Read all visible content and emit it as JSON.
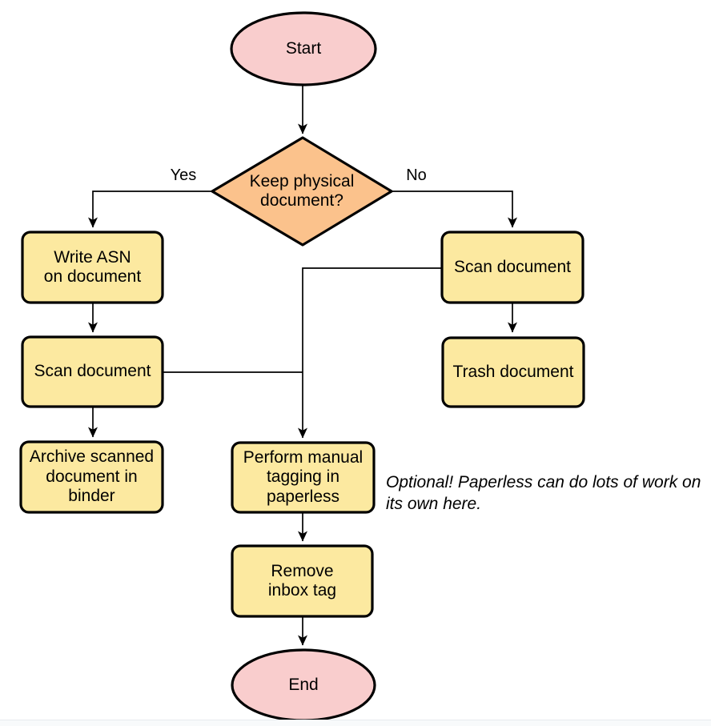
{
  "diagram": {
    "colors": {
      "terminal_fill": "#f9cdcd",
      "decision_fill": "#fbc28c",
      "process_fill": "#fce9a0",
      "stroke": "#000000"
    },
    "nodes": {
      "start": {
        "label": "Start"
      },
      "decision": {
        "label": [
          "Keep physical",
          "document?"
        ]
      },
      "write_asn": {
        "label": [
          "Write ASN",
          "on document"
        ]
      },
      "scan_left": {
        "label": "Scan document"
      },
      "archive": {
        "label": [
          "Archive scanned",
          "document in",
          "binder"
        ]
      },
      "scan_right": {
        "label": "Scan document"
      },
      "trash": {
        "label": "Trash document"
      },
      "tagging": {
        "label": [
          "Perform manual",
          "tagging in",
          "paperless"
        ]
      },
      "remove_inbox": {
        "label": [
          "Remove",
          "inbox tag"
        ]
      },
      "end": {
        "label": "End"
      }
    },
    "edge_labels": {
      "yes": "Yes",
      "no": "No"
    },
    "note": {
      "text": [
        "Optional! Paperless can do lots of work on",
        "its own here."
      ]
    }
  }
}
